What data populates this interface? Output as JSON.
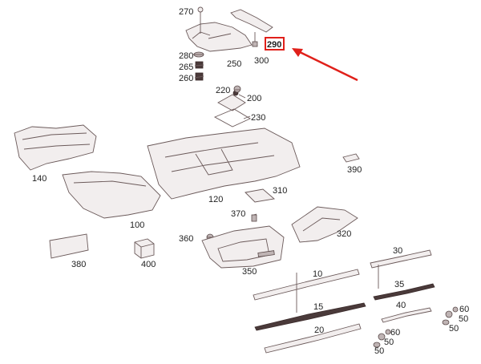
{
  "highlight": {
    "label": "290",
    "color": "#e0201a"
  },
  "labels": {
    "l270": "270",
    "l280": "280",
    "l265": "265",
    "l260": "260",
    "l250": "250",
    "l300": "300",
    "l220": "220",
    "l200": "200",
    "l230": "230",
    "l140": "140",
    "l120": "120",
    "l100": "100",
    "l390": "390",
    "l310": "310",
    "l370": "370",
    "l360": "360",
    "l320": "320",
    "l380": "380",
    "l400": "400",
    "l350": "350",
    "l30": "30",
    "l10": "10",
    "l35": "35",
    "l15": "15",
    "l40": "40",
    "l20": "20",
    "l60a": "60",
    "l50a": "50",
    "l50b": "50",
    "l60b": "60",
    "l50c": "50",
    "l50d": "50"
  }
}
